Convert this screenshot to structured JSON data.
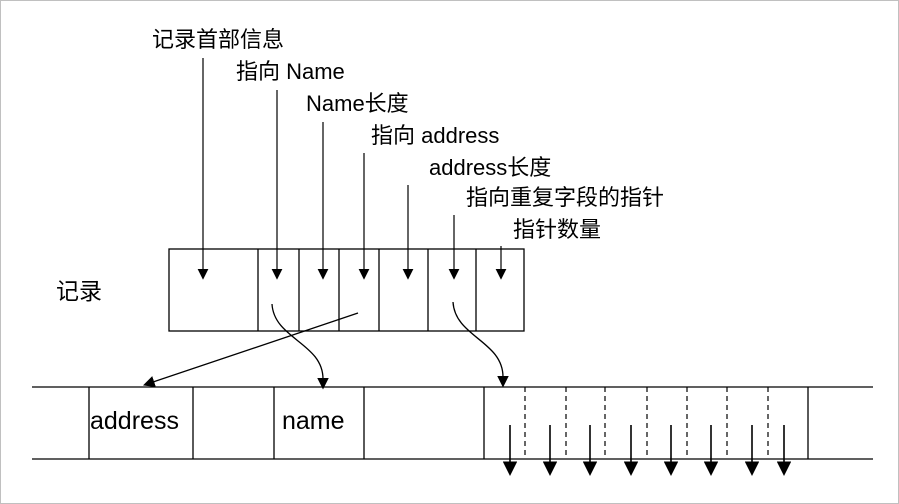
{
  "page": {
    "background": "#ffffff",
    "frame_color": "#c0c0c0",
    "line_color": "#000000"
  },
  "callouts": [
    {
      "id": "record-header-info",
      "text": "记录首部信息"
    },
    {
      "id": "pointer-to-name",
      "text": "指向 Name"
    },
    {
      "id": "name-length",
      "text": "Name长度"
    },
    {
      "id": "pointer-to-address",
      "text": "指向 address"
    },
    {
      "id": "address-length",
      "text": "address长度"
    },
    {
      "id": "pointer-to-repeated-field",
      "text": "指向重复字段的指针"
    },
    {
      "id": "pointer-count",
      "text": "指针数量"
    }
  ],
  "record_label": "记录",
  "storage_row": {
    "address_cell": "address",
    "name_cell": "name"
  }
}
